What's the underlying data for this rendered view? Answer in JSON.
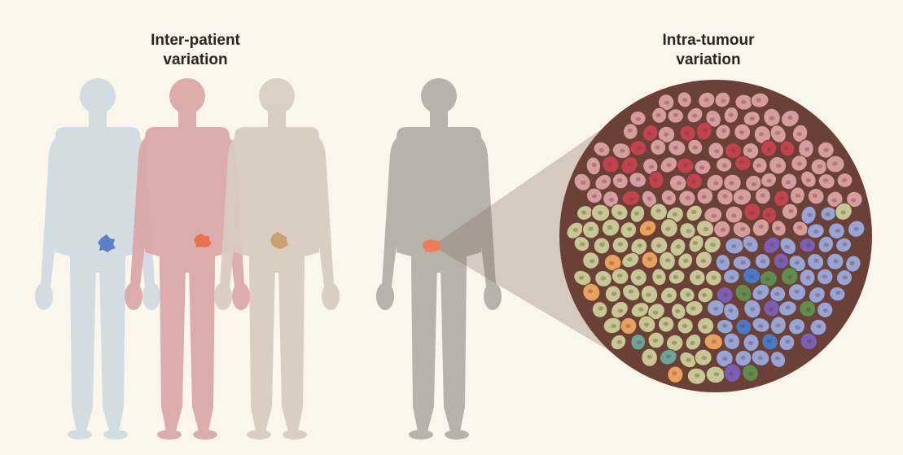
{
  "labels": {
    "inter_patient": {
      "line1": "Inter-patient",
      "line2": "variation"
    },
    "intra_tumour": {
      "line1": "Intra-tumour",
      "line2": "variation"
    }
  },
  "colors": {
    "background": "#fbf6ec",
    "patient_blue": "#d3dde1",
    "patient_pink": "#dba8a8",
    "patient_tan": "#d8ccbf",
    "patient_grey": "#b6b3aa",
    "tumour_blue": "#5b7fc9",
    "tumour_orange": "#e8734d",
    "tumour_tan": "#c9a271",
    "tumour_salmon": "#ef7d5a",
    "cell_pink": "#d69d9f",
    "cell_red": "#c2434f",
    "cell_olive": "#c6c795",
    "cell_lavender": "#97a5d6",
    "cell_purple": "#7b5fb5",
    "cell_green": "#5f8d4d",
    "cell_orange": "#e9a25e",
    "cell_teal": "#6aa59a",
    "cell_blue": "#4b79c9",
    "cell_outline": "#6b4037"
  }
}
